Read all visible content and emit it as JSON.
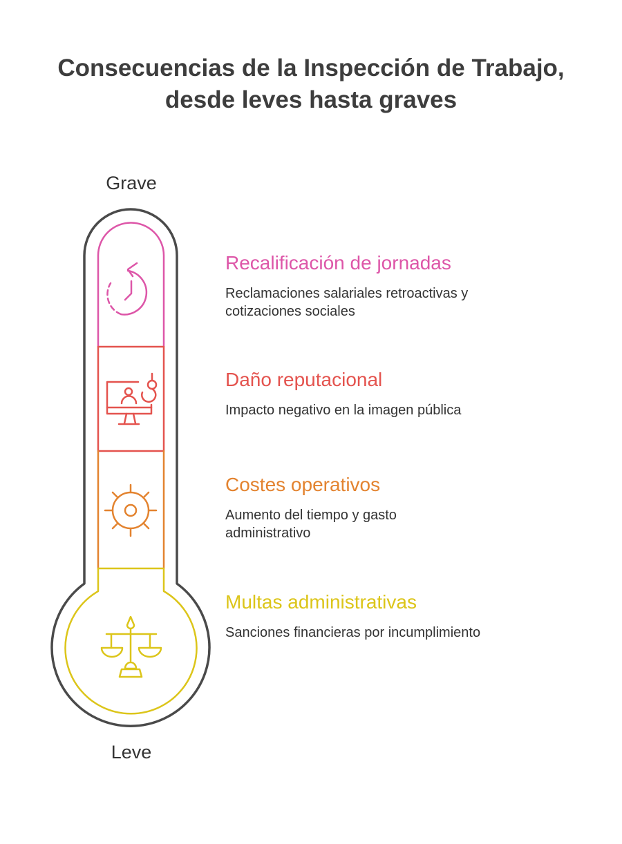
{
  "title": {
    "line1": "Consecuencias de la Inspección de Trabajo,",
    "line2": "desde leves hasta graves"
  },
  "scale": {
    "top_label": "Grave",
    "bottom_label": "Leve"
  },
  "items": [
    {
      "heading": "Recalificación de jornadas",
      "description": "Reclamaciones salariales retroactivas y cotizaciones sociales",
      "color": "#DD56A8",
      "icon": "clock-history-icon"
    },
    {
      "heading": "Daño reputacional",
      "description": "Impacto negativo en la imagen pública",
      "color": "#E4534E",
      "icon": "monitor-user-icon"
    },
    {
      "heading": "Costes operativos",
      "description": "Aumento del tiempo y gasto administrativo",
      "color": "#E3832F",
      "icon": "gear-icon"
    },
    {
      "heading": "Multas administrativas",
      "description": "Sanciones financieras por incumplimiento",
      "color": "#DCC51A",
      "icon": "scales-icon"
    }
  ]
}
